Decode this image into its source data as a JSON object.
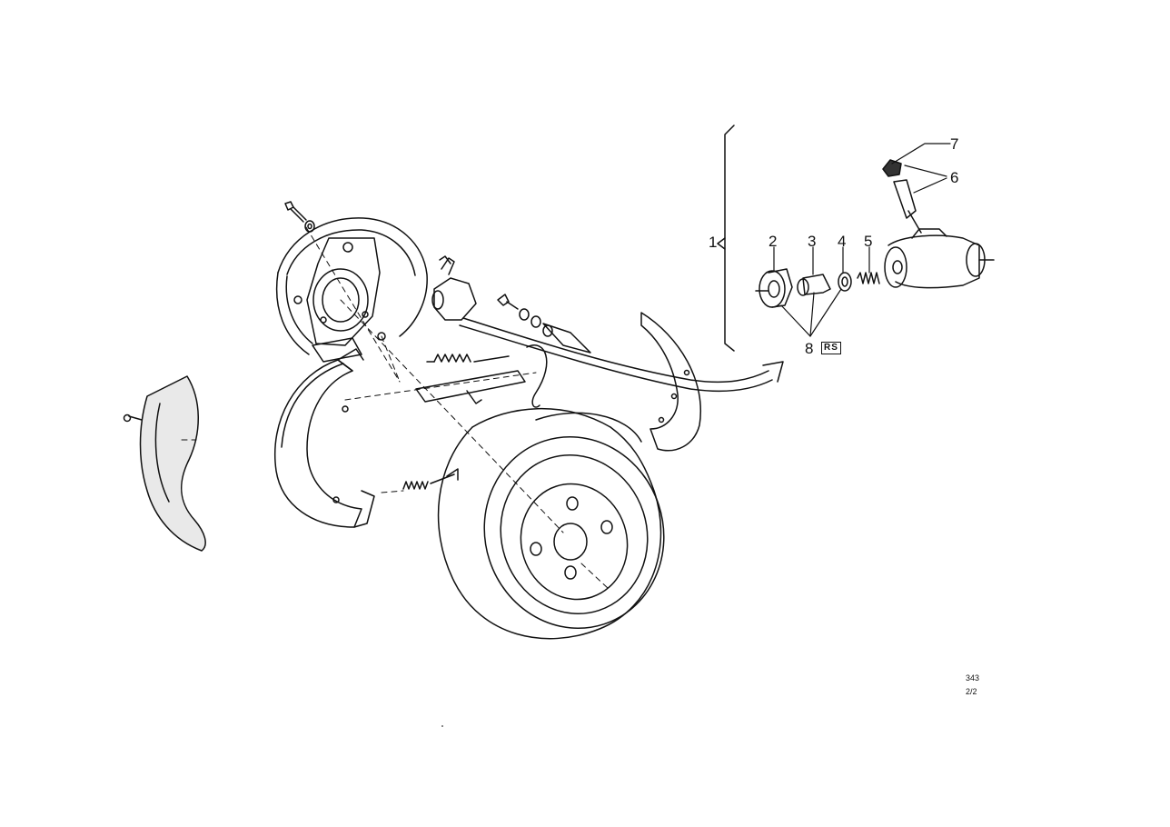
{
  "callouts": {
    "c1": "1",
    "c2": "2",
    "c3": "3",
    "c4": "4",
    "c5": "5",
    "c6": "6",
    "c7": "7",
    "c8": "8",
    "rs_badge": "RS"
  },
  "diagram_code": {
    "line1": "343",
    "line2": "2/2"
  }
}
